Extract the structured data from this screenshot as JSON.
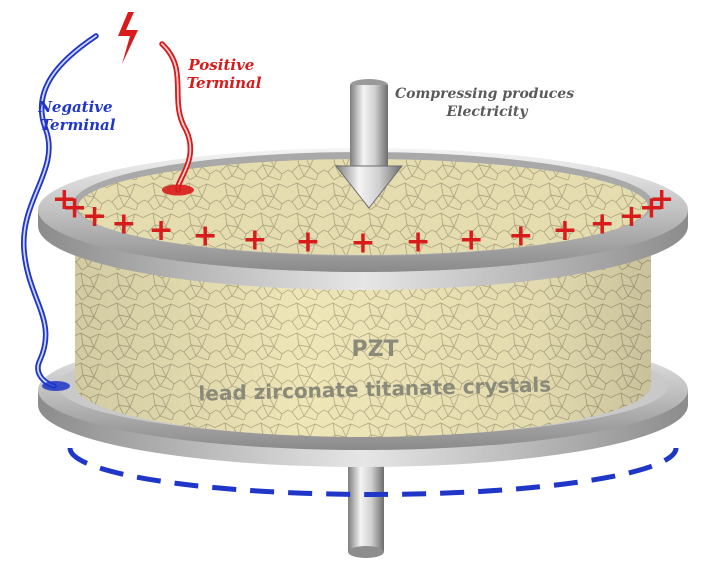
{
  "labels": {
    "negative_terminal": [
      "Negative",
      "Terminal"
    ],
    "positive_terminal": [
      "Positive",
      "Terminal"
    ],
    "compressing": [
      "Compressing produces",
      "Electricity"
    ],
    "material_short": "PZT",
    "material_full": "lead zirconate titanate crystals",
    "plus_sign": "+"
  },
  "colors": {
    "negative": "#1f36c8",
    "positive": "#d81b1b",
    "caption": "#5a5a5a",
    "crystal_fill": "#efe6b8",
    "crystal_lines": "#b9b08a",
    "metal_light": "#f2f2f2",
    "metal_dark": "#8a8a8a",
    "pzt_text": "#8a8a7a"
  },
  "icons": {
    "lightning": "lightning-bolt-icon",
    "arrow": "compression-arrow-icon"
  }
}
